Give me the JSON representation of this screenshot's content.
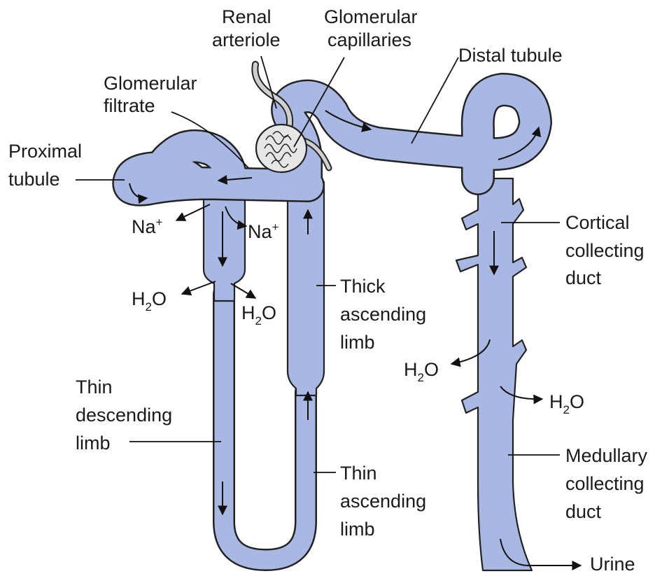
{
  "labels": {
    "renal_arteriole": [
      "Renal",
      "arteriole"
    ],
    "glomerular_capillaries": [
      "Glomerular",
      "capillaries"
    ],
    "distal_tubule": "Distal tubule",
    "glomerular_filtrate": [
      "Glomerular",
      "filtrate"
    ],
    "proximal_tubule": [
      "Proximal",
      "tubule"
    ],
    "sodium": "Na",
    "sodium_charge": "+",
    "water_h": "H",
    "water_sub": "2",
    "water_o": "O",
    "thick_ascending_limb": [
      "Thick",
      "ascending",
      "limb"
    ],
    "cortical_collecting_duct": [
      "Cortical",
      "collecting",
      "duct"
    ],
    "thin_descending_limb": [
      "Thin",
      "descending",
      "limb"
    ],
    "thin_ascending_limb": [
      "Thin",
      "ascending",
      "limb"
    ],
    "medullary_collecting_duct": [
      "Medullary",
      "collecting",
      "duct"
    ],
    "urine": "Urine"
  },
  "colors": {
    "tubule_fill": "#a9b8e3",
    "outline": "#222222",
    "glomerulus_fill": "#dcdcdc"
  }
}
